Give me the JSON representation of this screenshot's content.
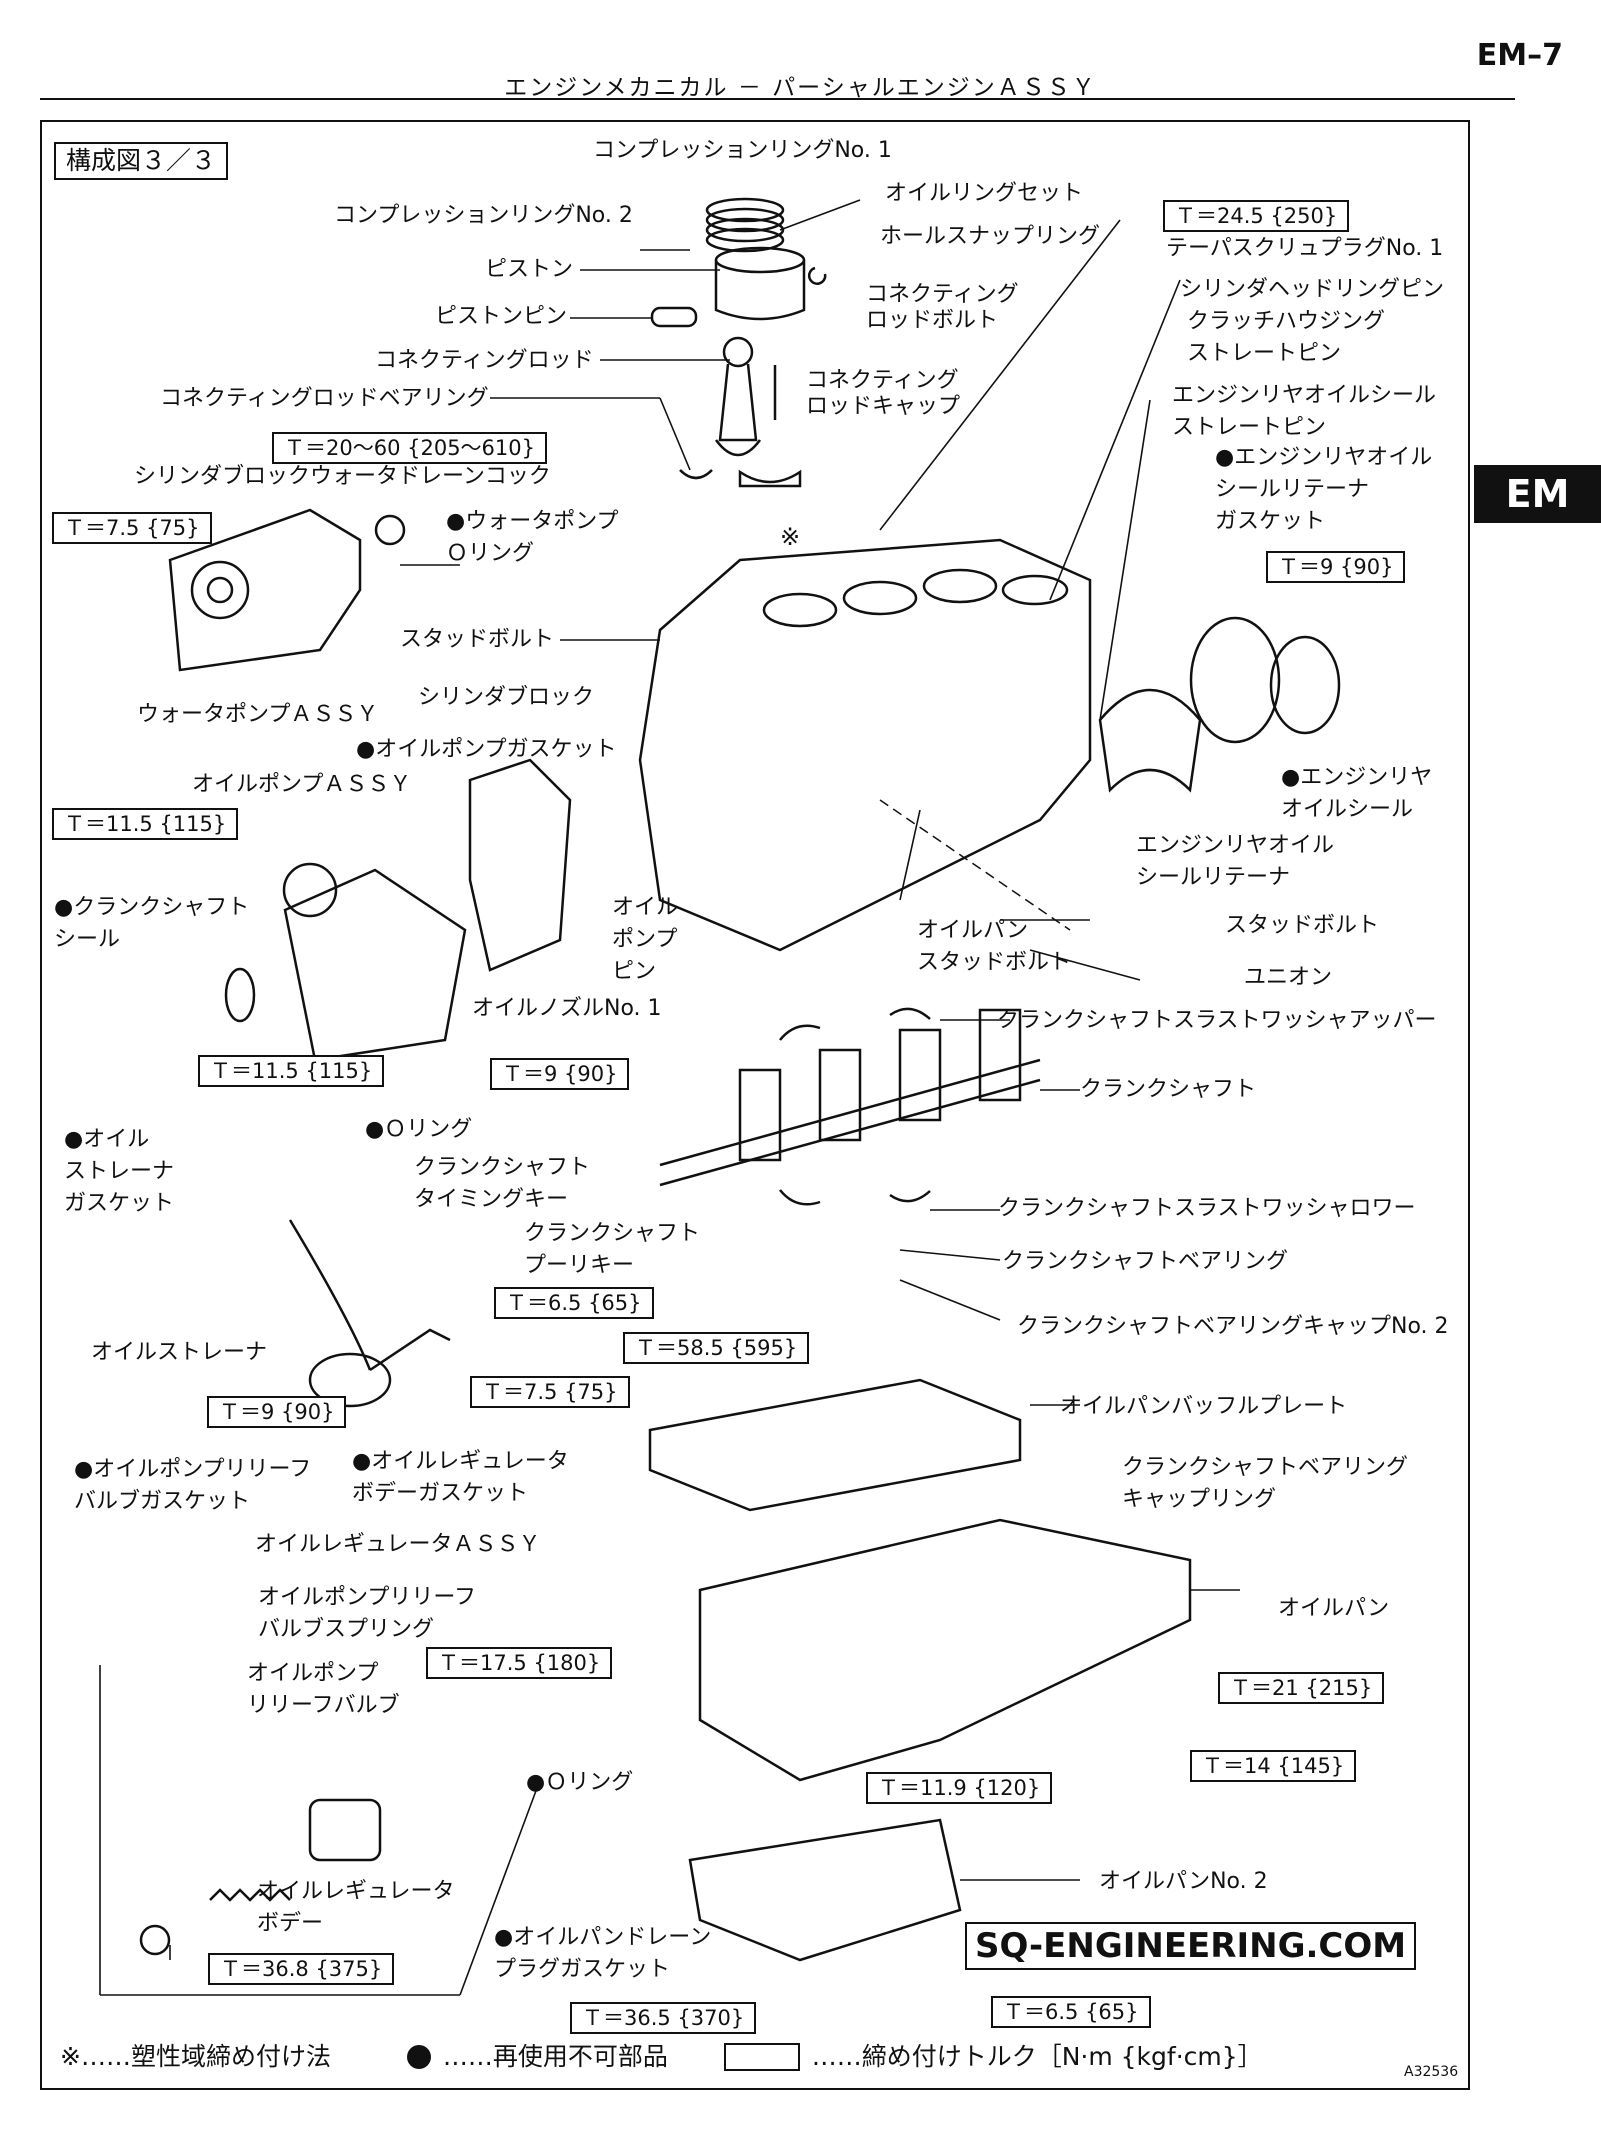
{
  "page_number": "EM–7",
  "header_title": "エンジンメカニカル － パーシャルエンジンＡＳＳＹ",
  "side_tab": "EM",
  "figure_title": "構成図３／３",
  "watermark": "SQ-ENGINEERING.COM",
  "figure_code": "A32536",
  "labels": {
    "compression_ring_1": "コンプレッションリングNo. 1",
    "oil_ring_set": "オイルリングセット",
    "compression_ring_2": "コンプレッションリングNo. 2",
    "hole_snap_ring": "ホールスナップリング",
    "piston": "ピストン",
    "piston_pin": "ピストンピン",
    "conrod_bolt": "コネクティング\nロッドボルト",
    "conrod": "コネクティングロッド",
    "conrod_cap": "コネクティング\nロッドキャップ",
    "conrod_bearing": "コネクティングロッドベアリング",
    "cyl_block_drain_cock": "シリンダブロックウォータドレーンコック",
    "taper_screw_plug": "テーパスクリュプラグNo. 1",
    "cyl_head_ring_pin": "シリンダヘッドリングピン",
    "clutch_housing_pin": "クラッチハウジング\nストレートピン",
    "rear_seal_pin": "エンジンリヤオイルシール\nストレートピン",
    "rear_seal_retainer_gasket": "●エンジンリヤオイル\nシールリテーナ\nガスケット",
    "water_pump_oring": "●ウォータポンプ\nＯリング",
    "stud_bolt_1": "スタッドボルト",
    "water_pump_assy": "ウォータポンプＡＳＳＹ",
    "cylinder_block": "シリンダブロック",
    "oil_pump_gasket": "●オイルポンプガスケット",
    "oil_pump_assy": "オイルポンプＡＳＳＹ",
    "rear_oil_seal": "●エンジンリヤ\nオイルシール",
    "rear_seal_retainer": "エンジンリヤオイル\nシールリテーナ",
    "crankshaft_seal": "●クランクシャフト\nシール",
    "oil_pump_pin": "オイル\nポンプ\nピン",
    "oil_pan_stud": "オイルパン\nスタッドボルト",
    "stud_bolt_2": "スタッドボルト",
    "union": "ユニオン",
    "oil_nozzle": "オイルノズルNo. 1",
    "thrust_washer_upper": "クランクシャフトスラストワッシャアッパー",
    "crankshaft": "クランクシャフト",
    "oring_1": "●Ｏリング",
    "oil_strainer_gasket": "●オイル\nストレーナ\nガスケット",
    "timing_key": "クランクシャフト\nタイミングキー",
    "pulley_key": "クランクシャフト\nプーリキー",
    "thrust_washer_lower": "クランクシャフトスラストワッシャロワー",
    "crank_bearing": "クランクシャフトベアリング",
    "crank_bearing_cap": "クランクシャフトベアリングキャップNo. 2",
    "oil_strainer": "オイルストレーナ",
    "baffle_plate": "オイルパンバッフルプレート",
    "relief_valve_gasket": "●オイルポンプリリーフ\nバルブガスケット",
    "regulator_body_gasket": "●オイルレギュレータ\nボデーガスケット",
    "bearing_cap_ring": "クランクシャフトベアリング\nキャップリング",
    "regulator_assy": "オイルレギュレータＡＳＳＹ",
    "relief_valve_spring": "オイルポンプリリーフ\nバルブスプリング",
    "oil_pan": "オイルパン",
    "relief_valve": "オイルポンプ\nリリーフバルブ",
    "oring_2": "●Ｏリング",
    "oil_pan_2": "オイルパンNo. 2",
    "regulator_body": "オイルレギュレータ\nボデー",
    "drain_plug_gasket": "●オイルパンドレーン\nプラグガスケット"
  },
  "torques": {
    "t_24_5": "Ｔ＝24.5 {250}",
    "t_20_60": "Ｔ＝20～60 {205～610}",
    "t_7_5_a": "Ｔ＝7.5 {75}",
    "t_9_a": "Ｔ＝9 {90}",
    "t_11_5_a": "Ｔ＝11.5 {115}",
    "t_11_5_b": "Ｔ＝11.5 {115}",
    "t_9_b": "Ｔ＝9 {90}",
    "t_6_5_a": "Ｔ＝6.5 {65}",
    "t_58_5": "Ｔ＝58.5 {595}",
    "t_7_5_b": "Ｔ＝7.5 {75}",
    "t_9_c": "Ｔ＝9 {90}",
    "t_17_5": "Ｔ＝17.5 {180}",
    "t_21": "Ｔ＝21 {215}",
    "t_14": "Ｔ＝14 {145}",
    "t_11_9": "Ｔ＝11.9 {120}",
    "t_36_8": "Ｔ＝36.8 {375}",
    "t_36_5": "Ｔ＝36.5 {370}",
    "t_6_5_b": "Ｔ＝6.5 {65}"
  },
  "legend": {
    "asterisk": "※……塑性域締め付け法",
    "non_reusable": "……再使用不可部品",
    "torque": "……締め付けトルク［N·m {kgf·cm}］"
  },
  "asterisk_mark": "※"
}
